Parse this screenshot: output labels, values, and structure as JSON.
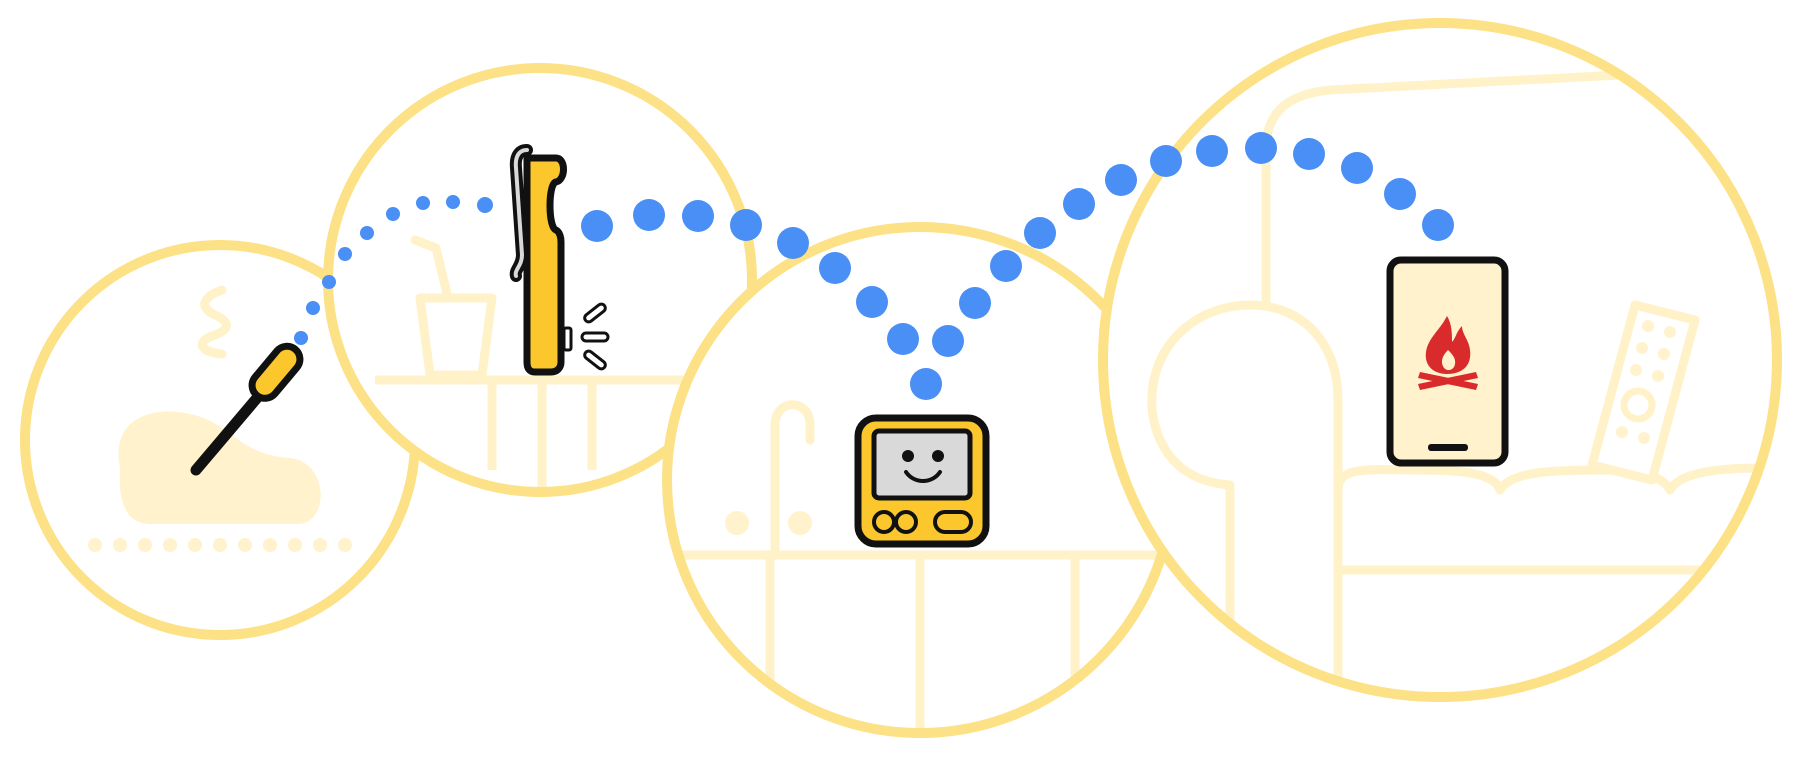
{
  "colors": {
    "background": "#ffffff",
    "circle_ring": "#fde186",
    "scene_line": "#fff2c9",
    "scene_fill": "#fff2cc",
    "device_yellow": "#fcc62d",
    "device_outline": "#111111",
    "device_gray": "#d9d9d9",
    "signal_blue": "#4a8ff5",
    "phone_screen": "#fff2cc",
    "flame_red": "#d92b2b"
  },
  "scenes": [
    {
      "id": "grill",
      "icons": [
        "steak-icon",
        "heat-wave-icon",
        "probe-thermometer-icon"
      ]
    },
    {
      "id": "kitchen-counter",
      "icons": [
        "drink-cup-icon",
        "repeater-device-icon"
      ]
    },
    {
      "id": "hub-table",
      "icons": [
        "faucet-icon",
        "base-station-icon"
      ]
    },
    {
      "id": "living-room",
      "icons": [
        "lamp-icon",
        "sofa-icon",
        "remote-control-icon",
        "phone-icon",
        "campfire-icon"
      ]
    }
  ]
}
